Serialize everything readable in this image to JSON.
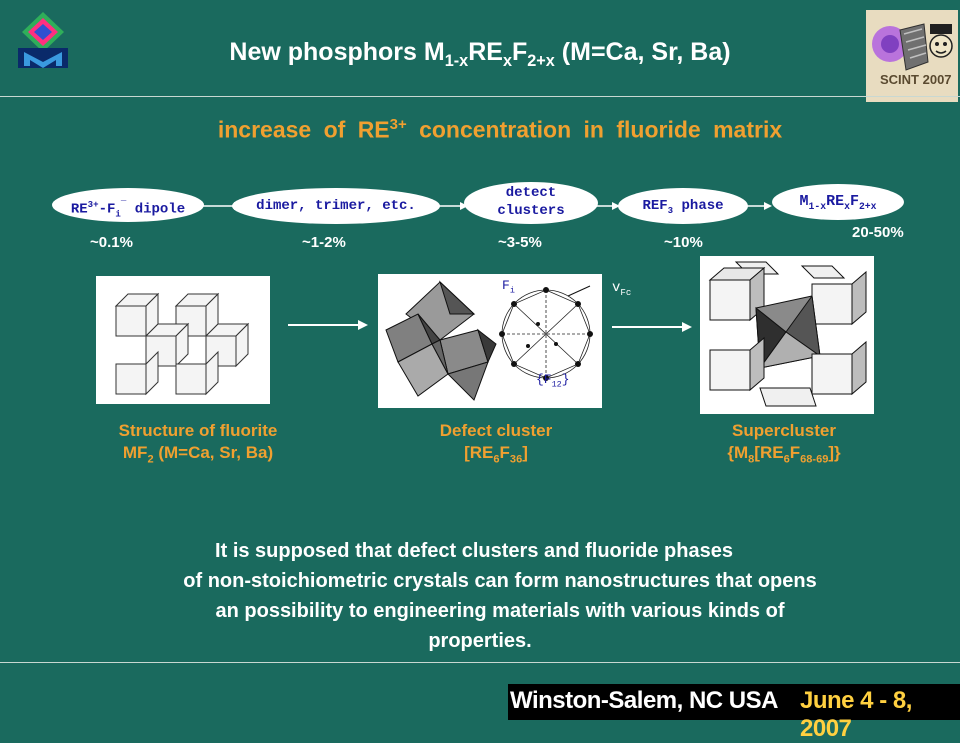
{
  "header": {
    "title": "New phosphors M1-xRExF2+x (M=Ca, Sr, Ba)",
    "title_parts": [
      "New phosphors M",
      "1-x",
      "RE",
      "x",
      "F",
      "2+x",
      " (M=Ca, Sr, Ba)"
    ],
    "logo_right_text": "SCINT 2007"
  },
  "subtitle": {
    "parts": [
      "increase of RE",
      "3+",
      " concentration in fluoride matrix"
    ]
  },
  "flow": {
    "steps": [
      {
        "parts": [
          "RE",
          "3+",
          "-F",
          "i",
          "‾",
          " dipole"
        ],
        "percent": "~0.1%"
      },
      {
        "label": "dimer, trimer, etc.",
        "percent": "~1-2%"
      },
      {
        "line1": "detect",
        "line2": "clusters",
        "percent": "~3-5%"
      },
      {
        "parts": [
          "REF",
          "3",
          " phase"
        ],
        "percent": "~10%"
      },
      {
        "parts": [
          "M",
          "1-x",
          "RE",
          "x",
          "F",
          "2+x"
        ],
        "percent": "20-50%"
      }
    ]
  },
  "figures": {
    "fi_label": [
      "F",
      "i"
    ],
    "vfc_label": [
      "v",
      "Fc"
    ],
    "f12_label": [
      "{F",
      "12",
      "}"
    ],
    "captions": [
      {
        "line1": "Structure of fluorite",
        "line2_parts": [
          "MF",
          "2",
          " (M=Ca, Sr, Ba)"
        ]
      },
      {
        "line1": "Defect cluster",
        "line2_parts": [
          "[RE",
          "6",
          "F",
          "36",
          "]"
        ]
      },
      {
        "line1": "Supercluster",
        "line2_parts": [
          "{M",
          "8",
          "[RE",
          "6",
          "F",
          "68-69",
          "]}"
        ]
      }
    ]
  },
  "body_text": {
    "lines": [
      "It is supposed that defect clusters and fluoride phases",
      "of non-stoichiometric crystals can form nanostructures that opens",
      "an possibility to engineering materials with various kinds of",
      "properties."
    ]
  },
  "footer": {
    "location": "Winston-Salem, NC USA",
    "dates": "June 4 - 8, 2007"
  },
  "colors": {
    "background": "#1a6a5e",
    "accent": "#f0a030",
    "pill_text": "#1a1aa0"
  }
}
